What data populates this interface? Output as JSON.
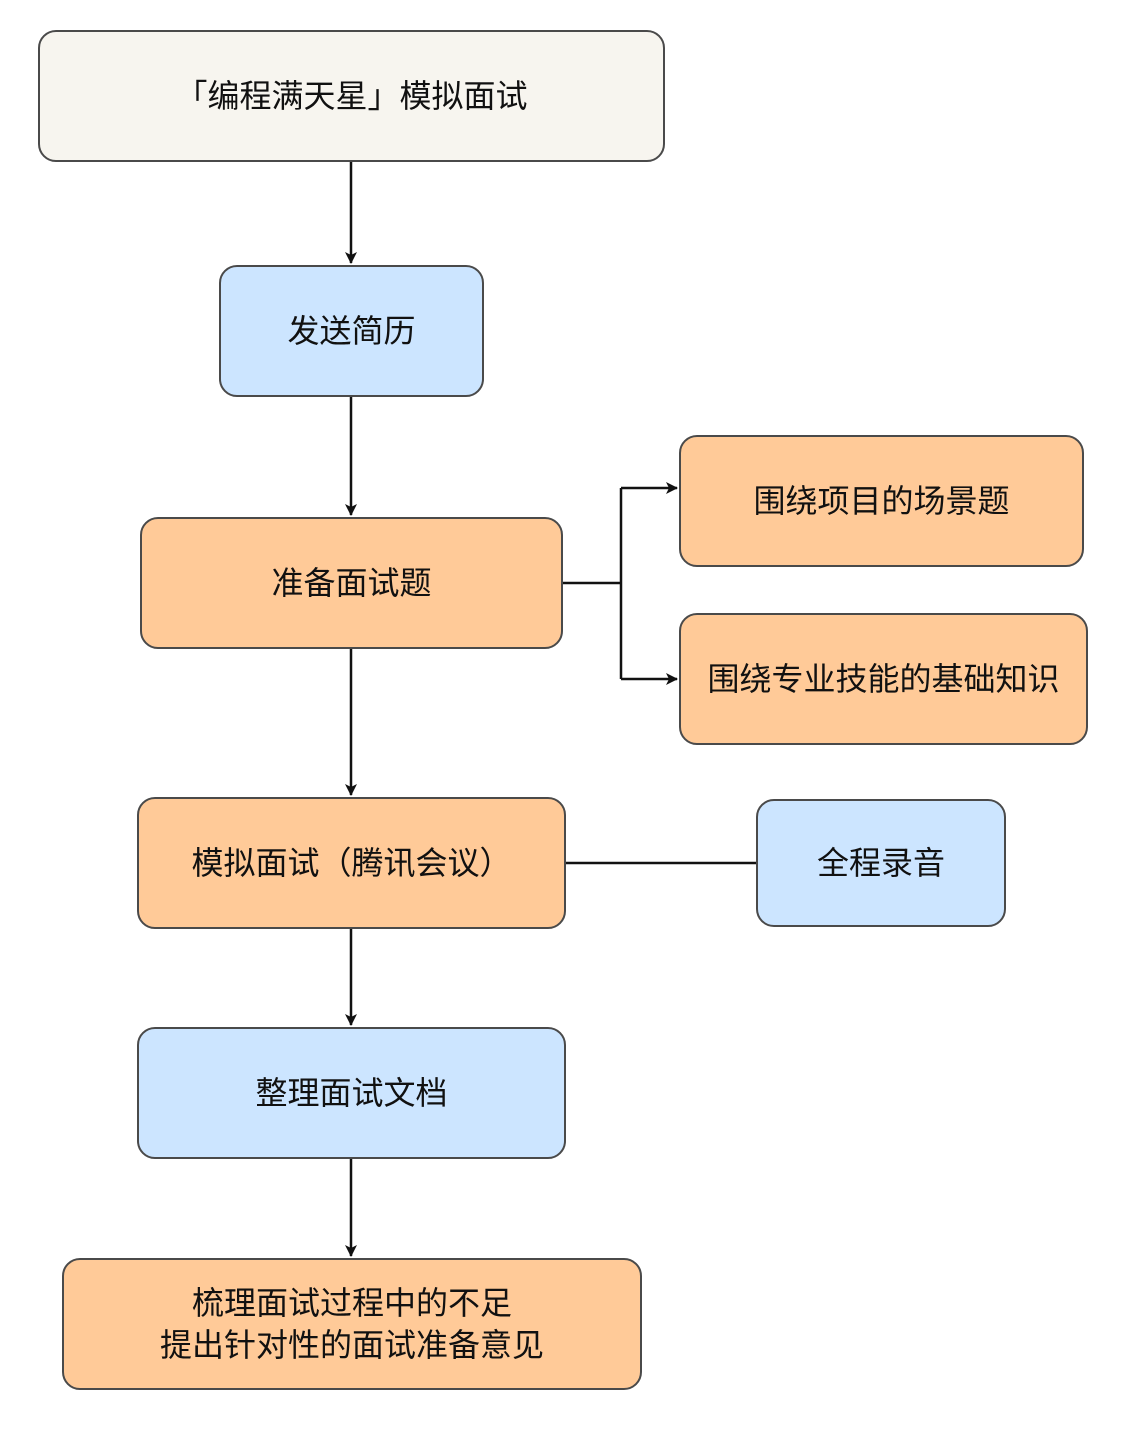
{
  "colors": {
    "cream": "#f7f5ef",
    "blue": "#cce5ff",
    "orange": "#ffca98",
    "border": "#4a4a4a",
    "line": "#111111"
  },
  "flowchart": {
    "start": "「编程满天星」模拟面试",
    "send_resume": "发送简历",
    "prepare_questions": "准备面试题",
    "prepare_branches": {
      "scenario": "围绕项目的场景题",
      "fundamentals": "围绕专业技能的基础知识"
    },
    "mock_interview": "模拟面试（腾讯会议）",
    "recording": "全程录音",
    "organize_docs": "整理面试文档",
    "review": "梳理面试过程中的不足\n提出针对性的面试准备意见"
  }
}
